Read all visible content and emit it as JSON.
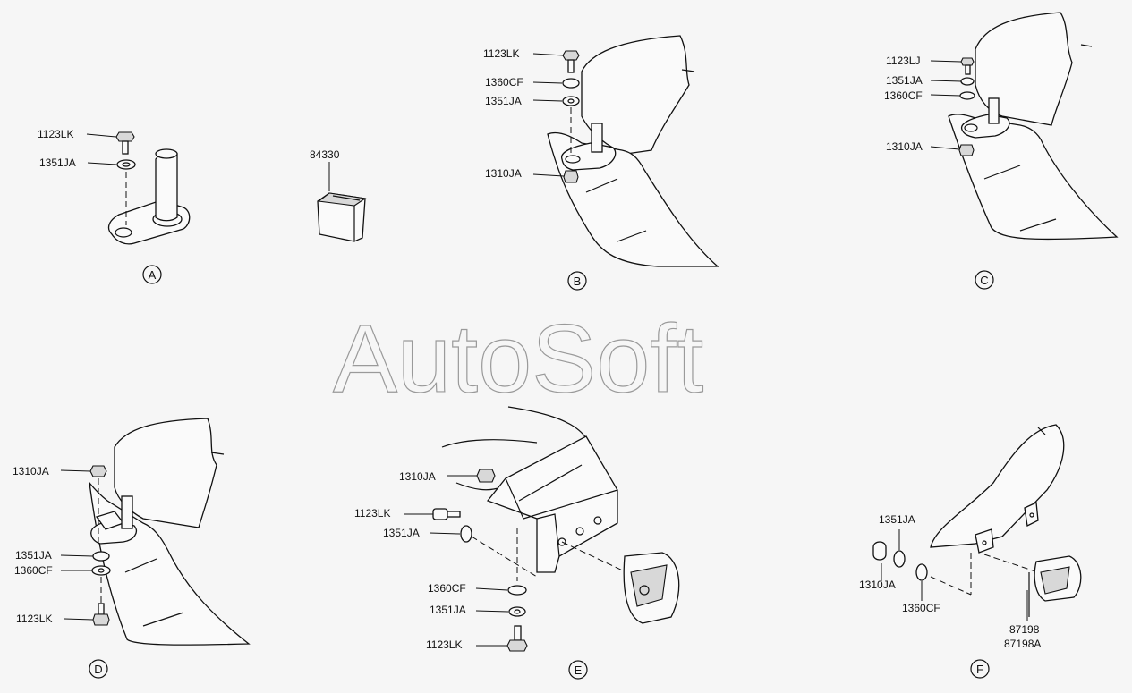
{
  "watermark": "AutoSoft",
  "views": {
    "A": {
      "circle": "A",
      "labels": [
        "1123LK",
        "1351JA"
      ]
    },
    "part": {
      "label": "84330"
    },
    "B": {
      "circle": "B",
      "labels": [
        "1123LK",
        "1360CF",
        "1351JA",
        "1310JA"
      ]
    },
    "C": {
      "circle": "C",
      "labels": [
        "1123LJ",
        "1351JA",
        "1360CF",
        "1310JA"
      ]
    },
    "D": {
      "circle": "D",
      "labels": [
        "1310JA",
        "1351JA",
        "1360CF",
        "1123LK"
      ]
    },
    "E": {
      "circle": "E",
      "labels": [
        "1310JA",
        "1123LK",
        "1351JA",
        "1360CF",
        "1351JA",
        "1123LK"
      ]
    },
    "F": {
      "circle": "F",
      "labels": [
        "1351JA",
        "1310JA",
        "1360CF",
        "87198",
        "87198A"
      ]
    }
  }
}
